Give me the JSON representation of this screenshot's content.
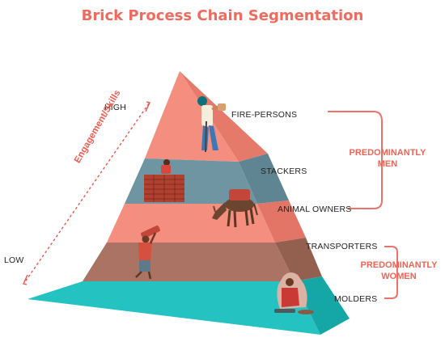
{
  "title": "Brick  Process Chain Segmentation",
  "axis": {
    "label": "Engagement/Skills",
    "high": "HIGH",
    "low": "LOW"
  },
  "tiers": [
    {
      "name": "FIRE-PERSONS",
      "color": "#f48e7e",
      "side": "#e07565"
    },
    {
      "name": "STACKERS",
      "color": "#6f95a3",
      "side": "#5a7c89"
    },
    {
      "name": "ANIMAL OWNERS",
      "color": "#f48e7e",
      "side": "#dc6f60"
    },
    {
      "name": "TRANSPORTERS",
      "color": "#aa7363",
      "side": "#8d5c4f"
    },
    {
      "name": "MOLDERS",
      "color": "#22bfbf",
      "side": "#14a3a3"
    }
  ],
  "groups": [
    {
      "label_line1": "PREDOMINANTLY",
      "label_line2": "MEN"
    },
    {
      "label_line1": "PREDOMINANTLY",
      "label_line2": "WOMEN"
    }
  ],
  "colors": {
    "accent": "#f06a5e",
    "bracket": "#f0706a",
    "arrow": "#e8574b"
  }
}
